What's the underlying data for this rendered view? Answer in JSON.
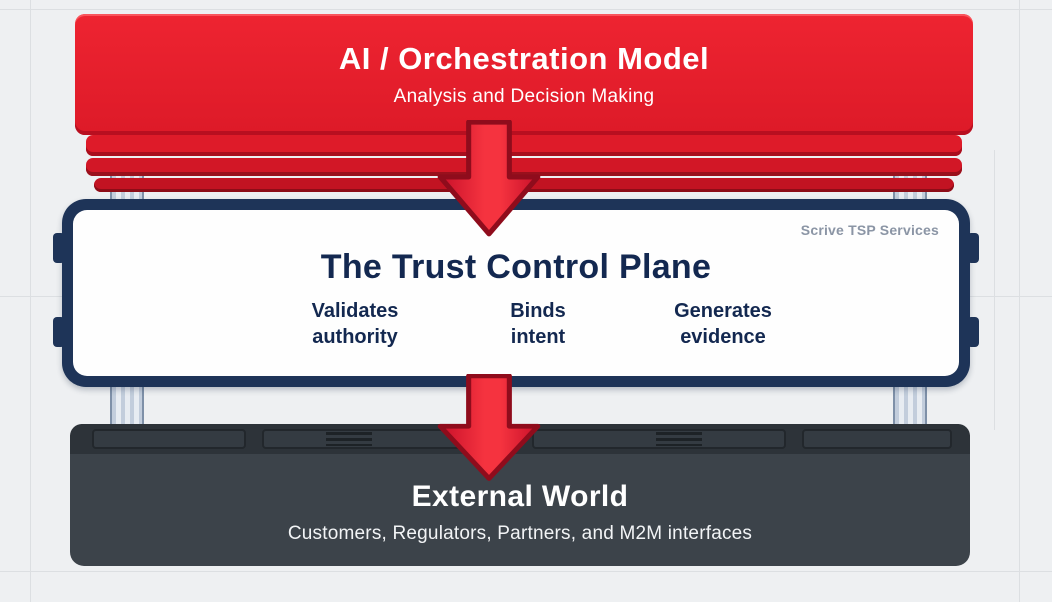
{
  "layers": {
    "ai": {
      "title": "AI / Orchestration Model",
      "subtitle": "Analysis and Decision Making"
    },
    "trust": {
      "title": "The Trust Control Plane",
      "badge": "Scrive TSP Services",
      "features": [
        {
          "line1": "Validates",
          "line2": "authority"
        },
        {
          "line1": "Binds",
          "line2": "intent"
        },
        {
          "line1": "Generates",
          "line2": "evidence"
        }
      ]
    },
    "external": {
      "title": "External World",
      "subtitle": "Customers, Regulators, Partners, and M2M interfaces"
    }
  },
  "colors": {
    "brand_red": "#e8202d",
    "navy": "#1e3458",
    "charcoal": "#3c434a",
    "background": "#eef0f2"
  }
}
